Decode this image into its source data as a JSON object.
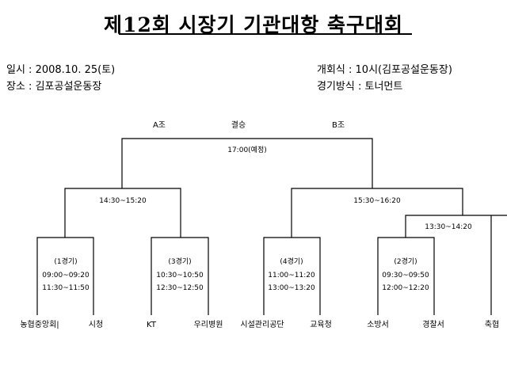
{
  "title": "제12회 시장기 기관대항 축구대회",
  "info": {
    "date": "일시 : 2008.10. 25(토)",
    "venue": "장소 : 김포공설운동장",
    "opening": "개회식 : 10시(김포공설운동장)",
    "format": "경기방식 : 토너먼트"
  },
  "bracket": {
    "group_a": "A조",
    "final_label": "결승",
    "group_b": "B조",
    "final_time": "17:00(예정)",
    "semi_a_time": "14:30~15:20",
    "semi_b_time": "15:30~16:20",
    "qual_time": "13:30~14:20",
    "games": [
      {
        "label": "(1경기)",
        "time1": "09:00~09:20",
        "time2": "11:30~11:50"
      },
      {
        "label": "(3경기)",
        "time1": "10:30~10:50",
        "time2": "12:30~12:50"
      },
      {
        "label": "(4경기)",
        "time1": "11:00~11:20",
        "time2": "13:00~13:20"
      },
      {
        "label": "(2경기)",
        "time1": "09:30~09:50",
        "time2": "12:00~12:20"
      }
    ],
    "teams": [
      "농협중앙회|",
      "시청",
      "KT",
      "우리병원",
      "시설관리공단",
      "교육청",
      "소방서",
      "경찰서",
      "축협"
    ]
  }
}
